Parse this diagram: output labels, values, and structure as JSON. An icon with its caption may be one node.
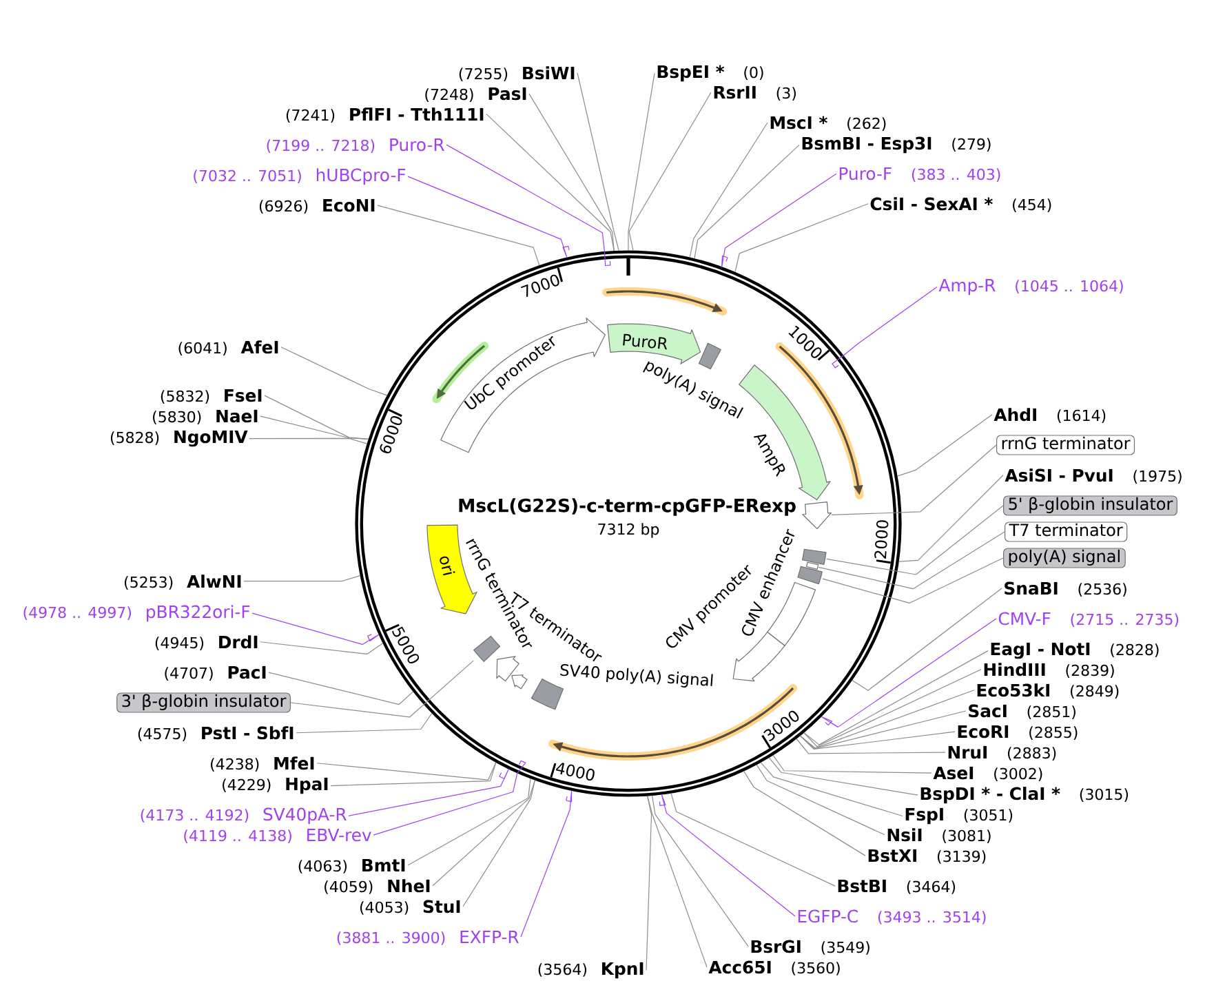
{
  "diagram": {
    "title": "MscL(G22S)-c-term-cpGFP-ERexp",
    "nodes": [
      {
        "text": [
          "BsiWI"
        ],
        "beside": [
          "(7255)"
        ]
      },
      {
        "text": [
          "PasI"
        ],
        "beside": [
          "(7248)"
        ]
      },
      {
        "text": [
          "PflFI - Tth111I"
        ],
        "beside": [
          "(7241)"
        ]
      },
      {
        "text": [
          "Puro-R"
        ],
        "beside": [
          "(7199 .. 7218)"
        ]
      },
      {
        "text": [
          "hUBCpro-F"
        ],
        "beside": [
          "(7032 .. 7051)"
        ]
      },
      {
        "text": [
          "EcoNI"
        ],
        "beside": [
          "(6926)"
        ]
      },
      {
        "text": [
          "AfeI"
        ],
        "beside": [
          "(6041)"
        ]
      },
      {
        "text": [
          "FseI"
        ],
        "beside": [
          "(5832)"
        ]
      },
      {
        "text": [
          "NaeI"
        ],
        "beside": [
          "(5830)"
        ]
      },
      {
        "text": [
          "NgoMIV"
        ],
        "beside": [
          "(5828)"
        ]
      },
      {
        "text": [
          "AlwNI"
        ],
        "beside": [
          "(5253)"
        ]
      },
      {
        "text": [
          "pBR322ori-F"
        ],
        "beside": [
          "(4978 .. 4997)"
        ]
      },
      {
        "text": [
          "DrdI"
        ],
        "beside": [
          "(4945)"
        ]
      },
      {
        "text": [
          "PacI"
        ],
        "beside": [
          "(4707)"
        ]
      },
      {
        "text": [
          "3' β-globin insulator"
        ]
      },
      {
        "text": [
          "PstI - SbfI"
        ],
        "beside": [
          "(4575)"
        ]
      },
      {
        "text": [
          "MfeI"
        ],
        "beside": [
          "(4238)"
        ]
      },
      {
        "text": [
          "HpaI"
        ],
        "beside": [
          "(4229)"
        ]
      },
      {
        "text": [
          "SV40pA-R"
        ],
        "beside": [
          "(4173 .. 4192)"
        ]
      },
      {
        "text": [
          "EBV-rev"
        ],
        "beside": [
          "(4119 .. 4138)"
        ]
      },
      {
        "text": [
          "BmtI"
        ],
        "beside": [
          "(4063)"
        ]
      },
      {
        "text": [
          "NheI"
        ],
        "beside": [
          "(4059)"
        ]
      },
      {
        "text": [
          "StuI"
        ],
        "beside": [
          "(4053)"
        ]
      },
      {
        "text": [
          "EXFP-R"
        ],
        "beside": [
          "(3881 .. 3900)"
        ]
      },
      {
        "text": [
          "KpnI"
        ],
        "beside": [
          "(3564)"
        ]
      },
      {
        "text": [
          "BspEI *"
        ],
        "beside": [
          "(0)"
        ]
      },
      {
        "text": [
          "RsrII"
        ],
        "beside": [
          "(3)"
        ]
      },
      {
        "text": [
          "MscI *"
        ],
        "beside": [
          "(262)"
        ]
      },
      {
        "text": [
          "BsmBI - Esp3I"
        ],
        "beside": [
          "(279)"
        ]
      },
      {
        "text": [
          "Puro-F"
        ],
        "beside": [
          "(383 .. 403)"
        ]
      },
      {
        "text": [
          "CsiI - SexAI *"
        ],
        "beside": [
          "(454)"
        ]
      },
      {
        "text": [
          "Amp-R"
        ],
        "beside": [
          "(1045 .. 1064)"
        ]
      },
      {
        "text": [
          "AhdI"
        ],
        "beside": [
          "(1614)"
        ]
      },
      {
        "text": [
          "rrnG terminator"
        ]
      },
      {
        "text": [
          "AsiSI - PvuI"
        ],
        "beside": [
          "(1975)"
        ]
      },
      {
        "text": [
          "5' β-globin insulator"
        ]
      },
      {
        "text": [
          "T7 terminator"
        ]
      },
      {
        "text": [
          "poly(A) signal"
        ]
      },
      {
        "text": [
          "SnaBI"
        ],
        "beside": [
          "(2536)"
        ]
      },
      {
        "text": [
          "CMV-F"
        ],
        "beside": [
          "(2715 .. 2735)"
        ]
      },
      {
        "text": [
          "EagI - NotI"
        ],
        "beside": [
          "(2828)"
        ]
      },
      {
        "text": [
          "HindIII"
        ],
        "beside": [
          "(2839)"
        ]
      },
      {
        "text": [
          "Eco53kI"
        ],
        "beside": [
          "(2849)"
        ]
      },
      {
        "text": [
          "SacI"
        ],
        "beside": [
          "(2851)"
        ]
      },
      {
        "text": [
          "EcoRI"
        ],
        "beside": [
          "(2855)"
        ]
      },
      {
        "text": [
          "NruI"
        ],
        "beside": [
          "(2883)"
        ]
      },
      {
        "text": [
          "AseI"
        ],
        "beside": [
          "(3002)"
        ]
      },
      {
        "text": [
          "BspDI * - ClaI *"
        ],
        "beside": [
          "(3015)"
        ]
      },
      {
        "text": [
          "FspI"
        ],
        "beside": [
          "(3051)"
        ]
      },
      {
        "text": [
          "NsiI"
        ],
        "beside": [
          "(3081)"
        ]
      },
      {
        "text": [
          "BstXI"
        ],
        "beside": [
          "(3139)"
        ]
      },
      {
        "text": [
          "BstBI"
        ],
        "beside": [
          "(3464)"
        ]
      },
      {
        "text": [
          "EGFP-C"
        ],
        "beside": [
          "(3493 .. 3514)"
        ]
      },
      {
        "text": [
          "BsrGI"
        ],
        "beside": [
          "(3549)"
        ]
      },
      {
        "text": [
          "Acc65I"
        ],
        "beside": [
          "(3560)"
        ]
      },
      {
        "text": [],
        "shape": "circle"
      },
      {
        "text": [],
        "shape": "arrow",
        "in": 55
      },
      {
        "text": [
          "PuroR"
        ],
        "in": 55
      },
      {
        "text": [
          "poly(A) signal"
        ],
        "in": 55
      },
      {
        "text": [],
        "shape": "arrow",
        "in": 55
      },
      {
        "text": [
          "AmpR"
        ],
        "in": 55
      },
      {
        "text": [],
        "shape": "arrow",
        "in": 55
      },
      {
        "text": [],
        "shape": "box",
        "in": 55
      },
      {
        "text": [],
        "shape": "bar",
        "in": 55
      },
      {
        "text": [],
        "shape": "box",
        "in": 55
      },
      {
        "text": [
          "CMV enhancer"
        ],
        "in": 55
      },
      {
        "text": [
          "CMV promoter"
        ],
        "in": 55
      },
      {
        "text": [],
        "shape": "arrow",
        "in": 55
      },
      {
        "text": [
          "SV40 poly(A) signal"
        ],
        "in": 55
      },
      {
        "text": [
          "T7 terminator"
        ],
        "in": 55
      },
      {
        "text": [
          "rrnG terminator"
        ],
        "in": 55
      },
      {
        "text": [],
        "shape": "box",
        "in": 55
      },
      {
        "text": [
          "ori"
        ],
        "in": 55
      },
      {
        "text": [
          "UbC promoter"
        ],
        "in": 55
      },
      {
        "text": [],
        "shape": "arrow",
        "in": 55
      }
    ],
    "edges": [
      {
        "from": 0,
        "to": 55,
        "arrow": "none"
      },
      {
        "from": 1,
        "to": 55,
        "arrow": "none"
      },
      {
        "from": 2,
        "to": 55,
        "arrow": "none"
      },
      {
        "from": 3,
        "to": 55,
        "arrow": "none",
        "color": "#a040f0"
      },
      {
        "from": 4,
        "to": 55,
        "arrow": "none",
        "color": "#a040f0"
      },
      {
        "from": 5,
        "to": 55,
        "arrow": "none"
      },
      {
        "from": 6,
        "to": 55,
        "arrow": "none"
      },
      {
        "from": 7,
        "to": 55,
        "arrow": "none"
      },
      {
        "from": 8,
        "to": 55,
        "arrow": "none"
      },
      {
        "from": 9,
        "to": 55,
        "arrow": "none"
      },
      {
        "from": 10,
        "to": 55,
        "arrow": "none"
      },
      {
        "from": 11,
        "to": 55,
        "arrow": "none",
        "color": "#a040f0"
      },
      {
        "from": 12,
        "to": 55,
        "arrow": "none"
      },
      {
        "from": 13,
        "to": 55,
        "arrow": "none"
      },
      {
        "from": 14,
        "to": 71,
        "arrow": "none"
      },
      {
        "from": 15,
        "to": 55,
        "arrow": "none"
      },
      {
        "from": 16,
        "to": 55,
        "arrow": "none"
      },
      {
        "from": 17,
        "to": 55,
        "arrow": "none"
      },
      {
        "from": 18,
        "to": 55,
        "arrow": "none",
        "color": "#a040f0"
      },
      {
        "from": 19,
        "to": 55,
        "arrow": "none",
        "color": "#a040f0"
      },
      {
        "from": 20,
        "to": 55,
        "arrow": "none"
      },
      {
        "from": 21,
        "to": 55,
        "arrow": "none"
      },
      {
        "from": 22,
        "to": 55,
        "arrow": "none"
      },
      {
        "from": 23,
        "to": 55,
        "arrow": "none",
        "color": "#a040f0"
      },
      {
        "from": 24,
        "to": 55,
        "arrow": "none"
      },
      {
        "from": 25,
        "to": 55,
        "arrow": "none"
      },
      {
        "from": 26,
        "to": 55,
        "arrow": "none"
      },
      {
        "from": 27,
        "to": 55,
        "arrow": "none"
      },
      {
        "from": 28,
        "to": 55,
        "arrow": "none"
      },
      {
        "from": 29,
        "to": 55,
        "arrow": "none",
        "color": "#a040f0"
      },
      {
        "from": 30,
        "to": 55,
        "arrow": "none"
      },
      {
        "from": 31,
        "to": 55,
        "arrow": "none",
        "color": "#a040f0"
      },
      {
        "from": 32,
        "to": 55,
        "arrow": "none"
      },
      {
        "from": 33,
        "to": 61,
        "arrow": "none"
      },
      {
        "from": 34,
        "to": 55,
        "arrow": "none"
      },
      {
        "from": 35,
        "to": 62,
        "arrow": "none"
      },
      {
        "from": 36,
        "to": 63,
        "arrow": "none"
      },
      {
        "from": 37,
        "to": 64,
        "arrow": "none"
      },
      {
        "from": 38,
        "to": 55,
        "arrow": "none"
      },
      {
        "from": 39,
        "to": 55,
        "arrow": "none",
        "color": "#a040f0"
      },
      {
        "from": 40,
        "to": 55,
        "arrow": "none"
      },
      {
        "from": 41,
        "to": 55,
        "arrow": "none"
      },
      {
        "from": 42,
        "to": 55,
        "arrow": "none"
      },
      {
        "from": 43,
        "to": 55,
        "arrow": "none"
      },
      {
        "from": 44,
        "to": 55,
        "arrow": "none"
      },
      {
        "from": 45,
        "to": 55,
        "arrow": "none"
      },
      {
        "from": 46,
        "to": 55,
        "arrow": "none"
      },
      {
        "from": 47,
        "to": 55,
        "arrow": "none"
      },
      {
        "from": 48,
        "to": 55,
        "arrow": "none"
      },
      {
        "from": 49,
        "to": 55,
        "arrow": "none"
      },
      {
        "from": 50,
        "to": 55,
        "arrow": "none"
      },
      {
        "from": 51,
        "to": 55,
        "arrow": "none"
      },
      {
        "from": 52,
        "to": 55,
        "arrow": "none",
        "color": "#a040f0"
      },
      {
        "from": 53,
        "to": 55,
        "arrow": "none"
      },
      {
        "from": 54,
        "to": 55,
        "arrow": "none"
      }
    ],
    "labels": [
      "7000",
      "1000",
      "6000",
      "7312 bp",
      "2000",
      "5000",
      "3000",
      "4000"
    ]
  }
}
